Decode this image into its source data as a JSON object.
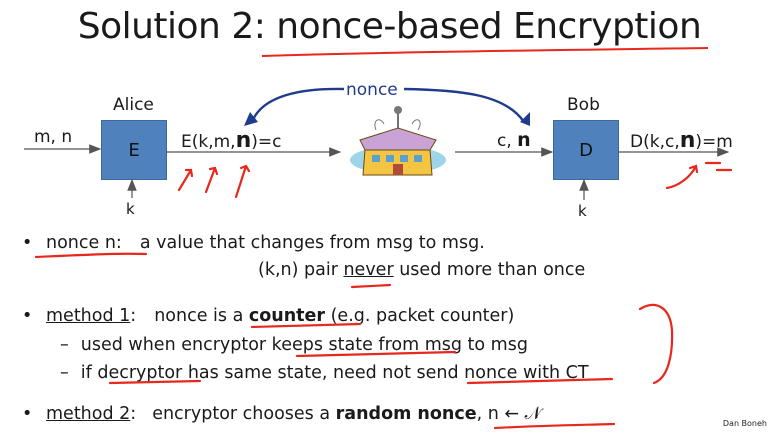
{
  "title": "Solution 2:  nonce-based Encryption",
  "diagram": {
    "alice": "Alice",
    "bob": "Bob",
    "input": "m, n",
    "enc_box": "E",
    "enc_out_pre": "E(k,m,",
    "enc_out_n": "n",
    "enc_out_post": ")=c",
    "nonce_label": "nonce",
    "bob_in_pre": "c, ",
    "bob_in_n": "n",
    "dec_box": "D",
    "dec_out_pre": "D(k,c,",
    "dec_out_n": "n",
    "dec_out_post": ")=m",
    "key_left": "k",
    "key_right": "k"
  },
  "bullets": {
    "b1_term": "nonce  n:",
    "b1_text": "a value that changes from msg to msg.",
    "b1_line2_pre": "(k,n)  pair ",
    "b1_line2_never": "never",
    "b1_line2_post": " used more than once",
    "b2_term": "method 1",
    "b2_colon": ":",
    "b2_pre": "nonce is a ",
    "b2_counter": "counter",
    "b2_post": "  (e.g. packet counter)",
    "b2_sub1": "used when encryptor keeps state from msg to msg",
    "b2_sub2": "if decryptor has same state, need not send nonce with CT",
    "b3_term": "method 2",
    "b3_colon": ":",
    "b3_pre": "encryptor chooses a ",
    "b3_bold": "random nonce",
    "b3_post": ",   n ← 𝒩",
    "dash": "–",
    "bullet": "•"
  },
  "footer": "Dan Boneh",
  "colors": {
    "box": "#4f81bd",
    "annotation": "#e8281c",
    "arrow_blue": "#1f3b8c"
  }
}
